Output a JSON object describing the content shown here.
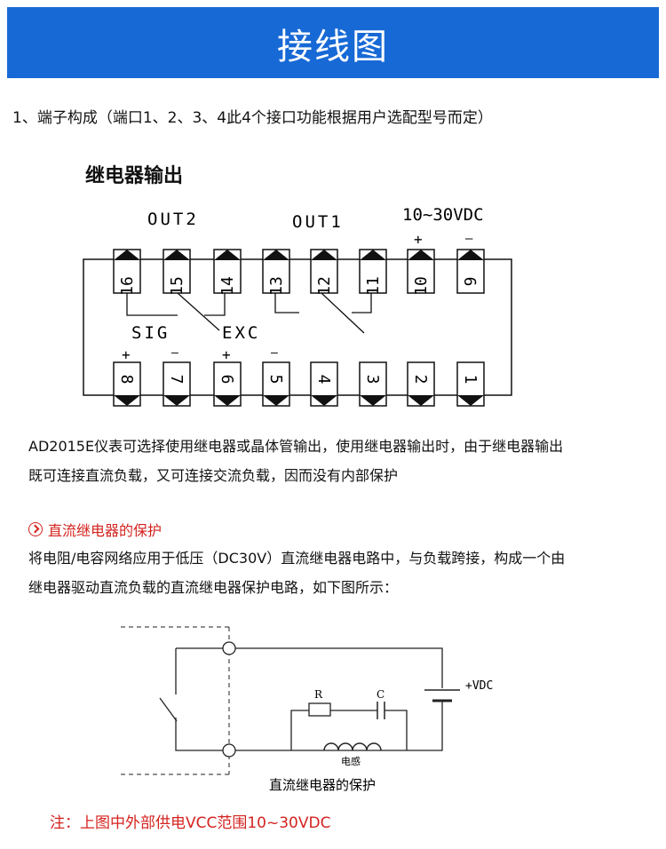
{
  "banner": {
    "title": "接线图"
  },
  "section1": {
    "title": "1、端子构成（端口1、2、3、4此4个接口功能根据用户选配型号而定）"
  },
  "relay": {
    "heading": "继电器输出",
    "labels": {
      "out2": "OUT2",
      "out1": "OUT1",
      "supply": "10~30VDC",
      "plus": "+",
      "minus": "—",
      "sig": "SIG",
      "exc": "EXC"
    },
    "top_terminals": [
      "16",
      "15",
      "14",
      "13",
      "12",
      "11",
      "10",
      "9"
    ],
    "bottom_terminals": [
      "8",
      "7",
      "6",
      "5",
      "4",
      "3",
      "2",
      "1"
    ],
    "bottom_signs": [
      "+",
      "—",
      "+",
      "—"
    ]
  },
  "description": {
    "line1": "AD2015E仪表可选择使用继电器或晶体管输出，使用继电器输出时，由于继电器输出",
    "line2": "既可连接直流负载，又可连接交流负载，因而没有内部保护"
  },
  "protection": {
    "heading": "直流继电器的保护",
    "line1": "将电阻/电容网络应用于低压（DC30V）直流继电器电路中，与负载跨接，构成一个由",
    "line2": "继电器驱动直流负载的直流继电器保护电路，如下图所示："
  },
  "circuit": {
    "r_label": "R",
    "c_label": "C",
    "vdc_label": "+VDC",
    "inductor_label": "电感",
    "caption": "直流继电器的保护"
  },
  "note": {
    "text": "注：上图中外部供电VCC范围10~30VDC"
  }
}
